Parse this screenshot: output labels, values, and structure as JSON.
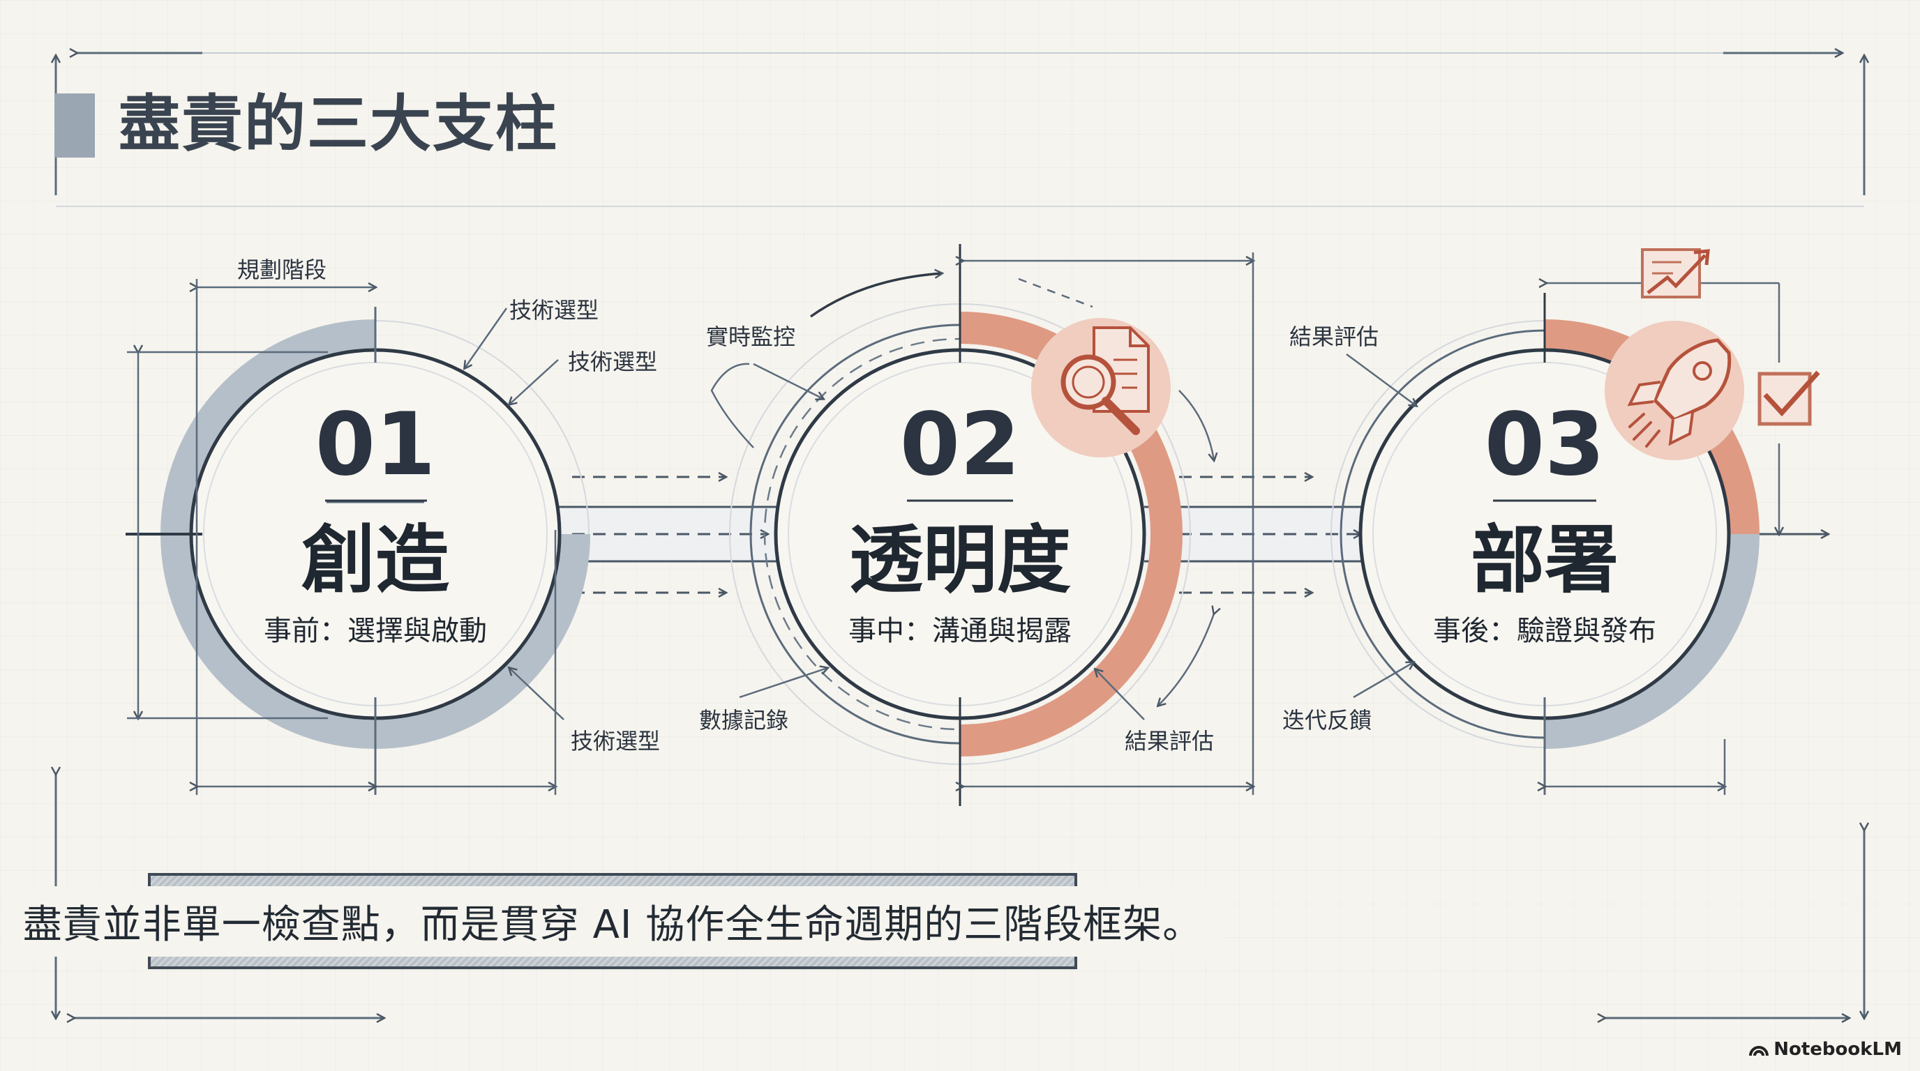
{
  "title": "盡責的三大支柱",
  "pillars": [
    {
      "number": "01",
      "name": "創造",
      "subtitle": "事前：選擇與啟動"
    },
    {
      "number": "02",
      "name": "透明度",
      "subtitle": "事中：溝通與揭露"
    },
    {
      "number": "03",
      "name": "部署",
      "subtitle": "事後：驗證與發布"
    }
  ],
  "annotations": {
    "planning_stage": "規劃階段",
    "tech_selection_1": "技術選型",
    "tech_selection_2": "技術選型",
    "tech_selection_3": "技術選型",
    "realtime_monitor": "實時監控",
    "data_record": "數據記錄",
    "result_eval_1": "結果評估",
    "result_eval_2": "結果評估",
    "iterative_feedback": "迭代反饋"
  },
  "summary": "盡責並非單一檢查點，而是貫穿 AI 協作全生命週期的三階段框架。",
  "logo": {
    "text": "NotebookLM"
  },
  "icons": [
    "magnifier-document-icon",
    "rocket-icon",
    "growth-chart-icon",
    "checkbox-icon"
  ],
  "colors": {
    "accent": "#d9826b",
    "accent_light": "#e8b4a4",
    "steel": "#9aa6b2",
    "line": "#5b6b7c",
    "ink": "#2b3440"
  }
}
